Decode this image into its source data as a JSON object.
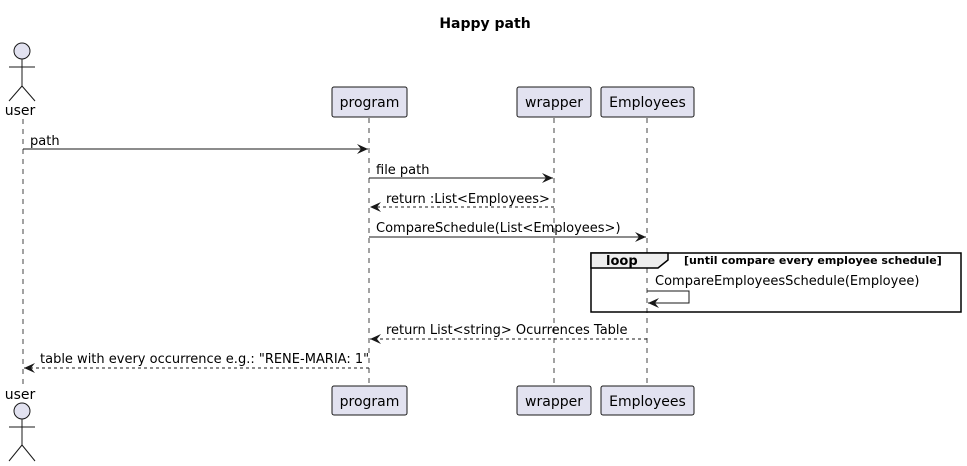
{
  "diagram": {
    "title": "Happy path",
    "participants": [
      {
        "id": "user",
        "label": "user",
        "kind": "actor"
      },
      {
        "id": "program",
        "label": "program",
        "kind": "box"
      },
      {
        "id": "wrapper",
        "label": "wrapper",
        "kind": "box"
      },
      {
        "id": "employees",
        "label": "Employees",
        "kind": "box"
      }
    ],
    "messages": [
      {
        "label": "path",
        "from": "user",
        "to": "program",
        "style": "solid"
      },
      {
        "label": "file path",
        "from": "program",
        "to": "wrapper",
        "style": "solid"
      },
      {
        "label": "return :List<Employees>",
        "from": "wrapper",
        "to": "program",
        "style": "dashed"
      },
      {
        "label": "CompareSchedule(List<Employees>)",
        "from": "program",
        "to": "employees",
        "style": "solid"
      },
      {
        "label": "CompareEmployeesSchedule(Employee)",
        "from": "employees",
        "to": "employees",
        "style": "self"
      },
      {
        "label": "return List<string> Ocurrences Table",
        "from": "employees",
        "to": "program",
        "style": "dashed"
      },
      {
        "label": "table with every occurrence e.g.: \"RENE-MARIA: 1\"",
        "from": "program",
        "to": "user",
        "style": "dashed"
      }
    ],
    "loop": {
      "keyword": "loop",
      "condition": "[until compare every employee schedule]"
    },
    "colors": {
      "participant_fill": "#e2e2f0",
      "participant_border": "#181818",
      "line": "#181818"
    }
  }
}
